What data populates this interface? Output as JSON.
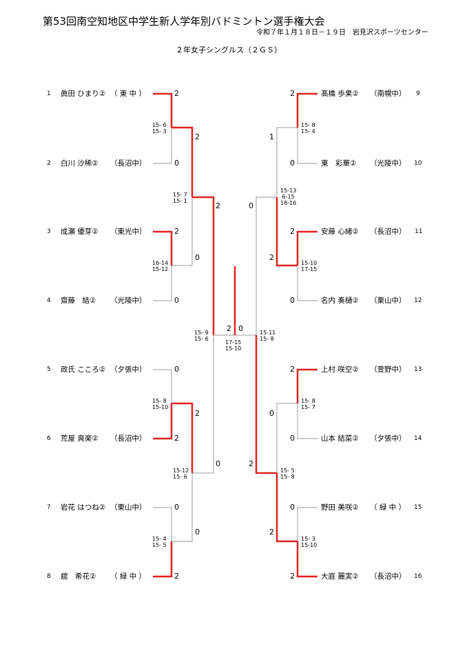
{
  "header": {
    "title": "第53回南空知地区中学生新人学年別バドミントン選手権大会",
    "subtitle": "令和７年１月１８日－１９日　岩見沢スポーツセンター",
    "event": "２年女子シングルス（２ＧＳ）"
  },
  "players": [
    {
      "no": "1",
      "name": "眞田 ひまり②",
      "team": "（ 東 中 ）"
    },
    {
      "no": "2",
      "name": "白川 沙稀②",
      "team": "（長沼中）"
    },
    {
      "no": "3",
      "name": "成瀬 優芽②",
      "team": "（東光中）"
    },
    {
      "no": "4",
      "name": "齋藤　結②",
      "team": "（光陵中）"
    },
    {
      "no": "5",
      "name": "政氏 こころ②",
      "team": "（夕張中）"
    },
    {
      "no": "6",
      "name": "荒屋 爽楽②",
      "team": "（長沼中）"
    },
    {
      "no": "7",
      "name": "岩花 はつね②",
      "team": "（栗山中）"
    },
    {
      "no": "8",
      "name": "舘　希花②",
      "team": "（ 緑 中 ）"
    },
    {
      "no": "9",
      "name": "髙橋 歩果②",
      "team": "（南幌中）"
    },
    {
      "no": "10",
      "name": "東　彩華②",
      "team": "（光陵中）"
    },
    {
      "no": "11",
      "name": "安藤 心緒②",
      "team": "（長沼中）"
    },
    {
      "no": "12",
      "name": "名内 奏樋②",
      "team": "（栗山中）"
    },
    {
      "no": "13",
      "name": "上村 咲空②",
      "team": "（萱野中）"
    },
    {
      "no": "14",
      "name": "山本 結菜②",
      "team": "（夕張中）"
    },
    {
      "no": "15",
      "name": "野田 美咲②",
      "team": "（ 緑 中 ）"
    },
    {
      "no": "16",
      "name": "大庭 麗実②",
      "team": "（長沼中）"
    }
  ],
  "games": [
    {
      "text": "15- 6\n15- 3"
    },
    {
      "text": "16-14\n15-12"
    },
    {
      "text": "15- 8\n15-10"
    },
    {
      "text": "15- 4\n15- 5"
    },
    {
      "text": "15- 7\n15- 1"
    },
    {
      "text": "15-12\n15- 6"
    },
    {
      "text": "15- 9\n15- 6"
    },
    {
      "text": "15- 8\n15- 4"
    },
    {
      "text": "15-10\n17-15"
    },
    {
      "text": "15- 8\n15- 7"
    },
    {
      "text": "15- 3\n15-10"
    },
    {
      "text": "15-13\n 6-15\n18-16"
    },
    {
      "text": "15- 5\n15- 8"
    },
    {
      "text": "15-11\n15- 8"
    },
    {
      "text": "17-15\n15-10"
    }
  ],
  "match_scores": [
    "2",
    "0",
    "2",
    "0",
    "0",
    "2",
    "0",
    "2",
    "2",
    "0",
    "2",
    "0",
    "2",
    "0",
    "0",
    "2",
    "2",
    "0",
    "0",
    "2",
    "1",
    "2",
    "0",
    "2",
    "2",
    "0",
    "0",
    "2",
    "2",
    "0"
  ]
}
